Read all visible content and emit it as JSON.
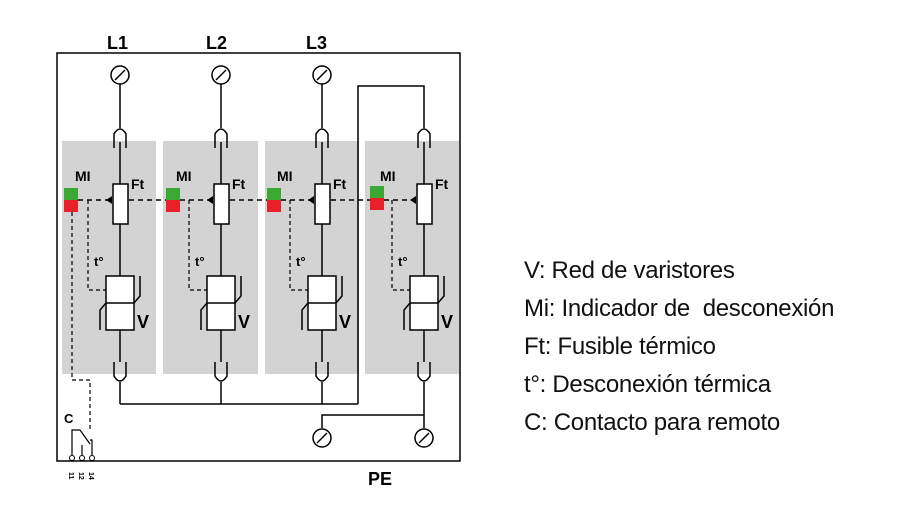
{
  "phase_labels": [
    "L1",
    "L2",
    "L3"
  ],
  "pe_label": "PE",
  "module_labels": {
    "indicator": "MI",
    "fuse": "Ft",
    "thermal": "t°",
    "varistor": "V"
  },
  "contact_label": "C",
  "terminal_numbers": [
    "11",
    "12",
    "14"
  ],
  "legend": [
    "V: Red de varistores",
    "Mi: Indicador de  desconexión",
    "Ft: Fusible térmico",
    "t°: Desconexión térmica",
    "C: Contacto para remoto"
  ],
  "colors": {
    "module_bg": "#d3d3d3",
    "indicator_ok": "#3aa832",
    "indicator_fault": "#e8202a",
    "line": "#000000"
  }
}
